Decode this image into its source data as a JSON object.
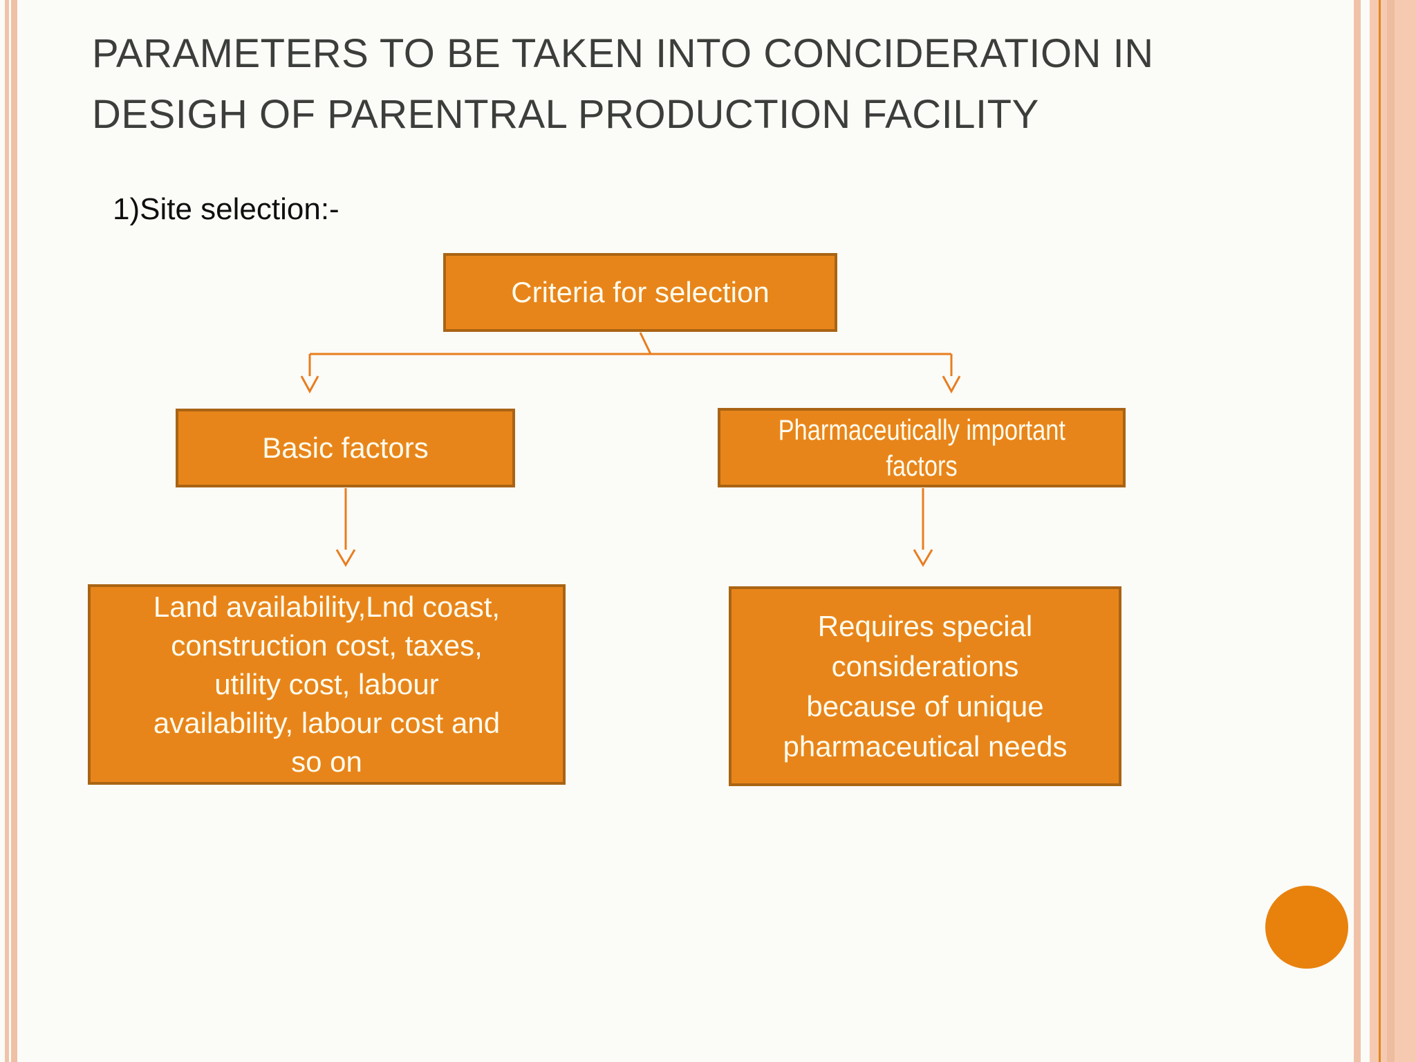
{
  "slide": {
    "title_lines": [
      "PARAMETERS TO BE TAKEN INTO CONCIDERATION IN",
      "DESIGH OF PARENTRAL PRODUCTION FACILITY"
    ],
    "section_heading": "1)Site selection:-"
  },
  "flowchart": {
    "root": {
      "label": "Criteria for selection"
    },
    "branches": {
      "basic": {
        "label": "Basic factors"
      },
      "pharma": {
        "label_lines": [
          "Pharmaceutically important",
          "factors"
        ]
      }
    },
    "leaves": {
      "basic_detail": {
        "label_lines": [
          "Land availability,Lnd coast,",
          "construction cost, taxes,",
          "utility cost, labour",
          "availability, labour cost and",
          "so on"
        ]
      },
      "pharma_detail": {
        "label_lines": [
          "Requires special",
          "considerations",
          "because of unique",
          "pharmaceutical needs"
        ]
      }
    }
  },
  "colors": {
    "box_fill": "#e8851a",
    "box_border": "#a96414",
    "box_text": "#fdfcee",
    "connector": "#e87d1e",
    "title_text": "#3b3e3a",
    "heading_text": "#0f0f0f",
    "accent_circle": "#e8820d",
    "frame_stripe_pink": "#f0c3a9",
    "frame_band": "#f6cab0",
    "frame_accent_line": "#e0861f",
    "slide_background": "#fbfbf8"
  }
}
